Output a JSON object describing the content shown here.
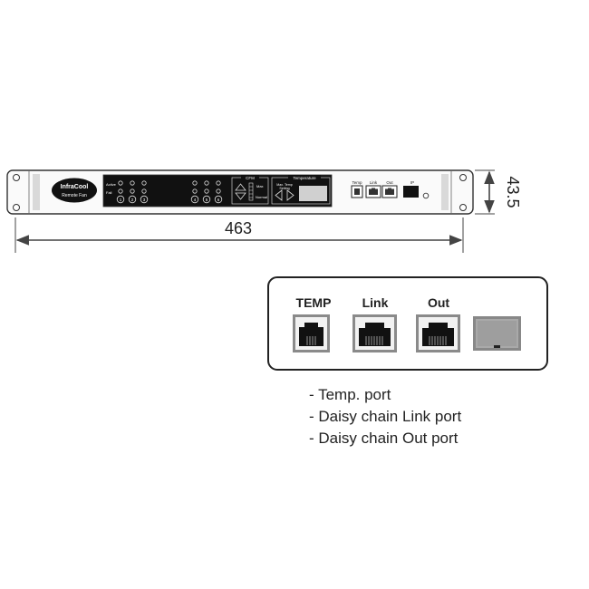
{
  "front_panel": {
    "logo_top": "InfraCool",
    "logo_bottom": "Remote Fan",
    "row_labels": [
      "Active",
      "Fail"
    ],
    "fan_numbers_left": [
      "1",
      "2",
      "3"
    ],
    "fan_numbers_right": [
      "4",
      "5",
      "6"
    ],
    "cfm_label": "CFM",
    "cfm_max": "Max",
    "cfm_normal": "Normal",
    "temperature_label": "Temperature",
    "max_temp_setting_line1": "Max. Temp",
    "max_temp_setting_line2": "Setting",
    "port_labels": [
      "Temp",
      "Link",
      "Out",
      "IP"
    ]
  },
  "dimensions": {
    "width": "463",
    "height": "43.5"
  },
  "ports_detail": {
    "labels": [
      "TEMP",
      "Link",
      "Out"
    ]
  },
  "notes": [
    "- Temp. port",
    "- Daisy chain  Link  port",
    "- Daisy chain  Out  port"
  ]
}
